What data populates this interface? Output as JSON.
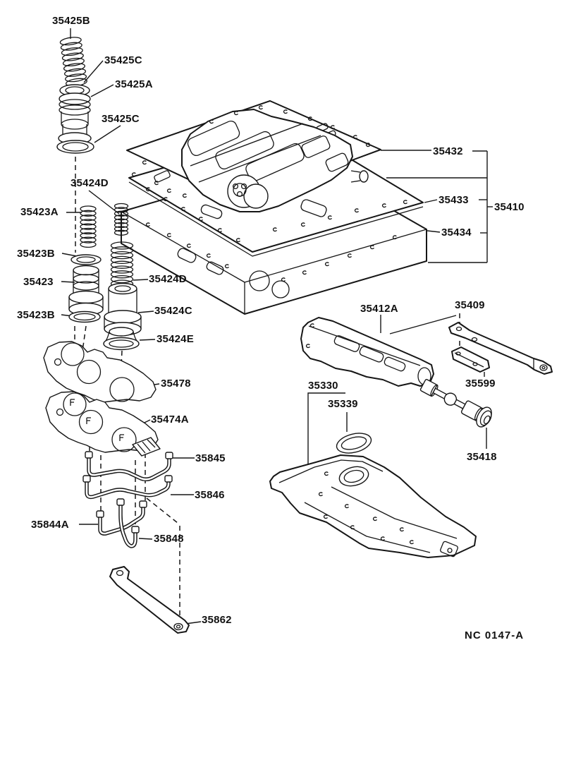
{
  "diagram": {
    "drawing_code": "NC 0147-A",
    "line_color": "#161616",
    "background": "#ffffff",
    "description_labels_count": 29
  },
  "labels": {
    "l35425B": "35425B",
    "l35425C_1": "35425C",
    "l35425A": "35425A",
    "l35425C_2": "35425C",
    "l35424D_1": "35424D",
    "l35423A": "35423A",
    "l35423B_1": "35423B",
    "l35423": "35423",
    "l35424D_2": "35424D",
    "l35423B_2": "35423B",
    "l35424C": "35424C",
    "l35424E": "35424E",
    "l35478": "35478",
    "l35474A": "35474A",
    "l35845": "35845",
    "l35846": "35846",
    "l35844A": "35844A",
    "l35848": "35848",
    "l35862": "35862",
    "l35432": "35432",
    "l35433": "35433",
    "l35410": "35410",
    "l35434": "35434",
    "l35412A": "35412A",
    "l35409": "35409",
    "l35599": "35599",
    "l35330": "35330",
    "l35339": "35339",
    "l35418": "35418",
    "code": "NC 0147-A"
  }
}
